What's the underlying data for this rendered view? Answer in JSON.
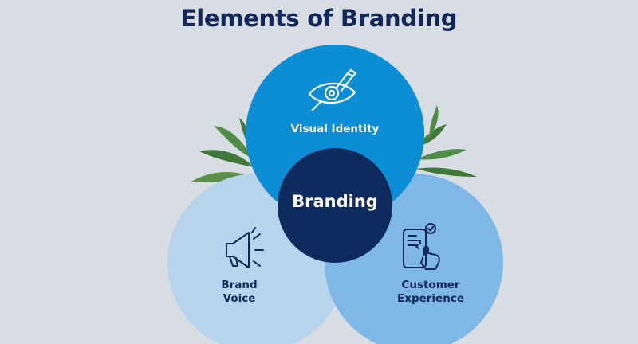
{
  "title": "Elements of Branding",
  "center": {
    "label": "Branding"
  },
  "circles": {
    "visual_identity": {
      "label": "Visual Identity",
      "icon": "eye-pencil-icon"
    },
    "brand_voice": {
      "label_line1": "Brand",
      "label_line2": "Voice",
      "icon": "megaphone-icon"
    },
    "customer_experience": {
      "label_line1": "Customer",
      "label_line2": "Experience",
      "icon": "phone-tap-icon"
    }
  },
  "colors": {
    "background": "#d8dde4",
    "title": "#12275a",
    "center": "#0f2a5c",
    "visual_identity": "#0b8ed6",
    "brand_voice": "#b8d3ec",
    "customer_experience": "#7fb8e6",
    "leaves_green": "#3f7a3a",
    "leaves_orange": "#c97d3c"
  }
}
